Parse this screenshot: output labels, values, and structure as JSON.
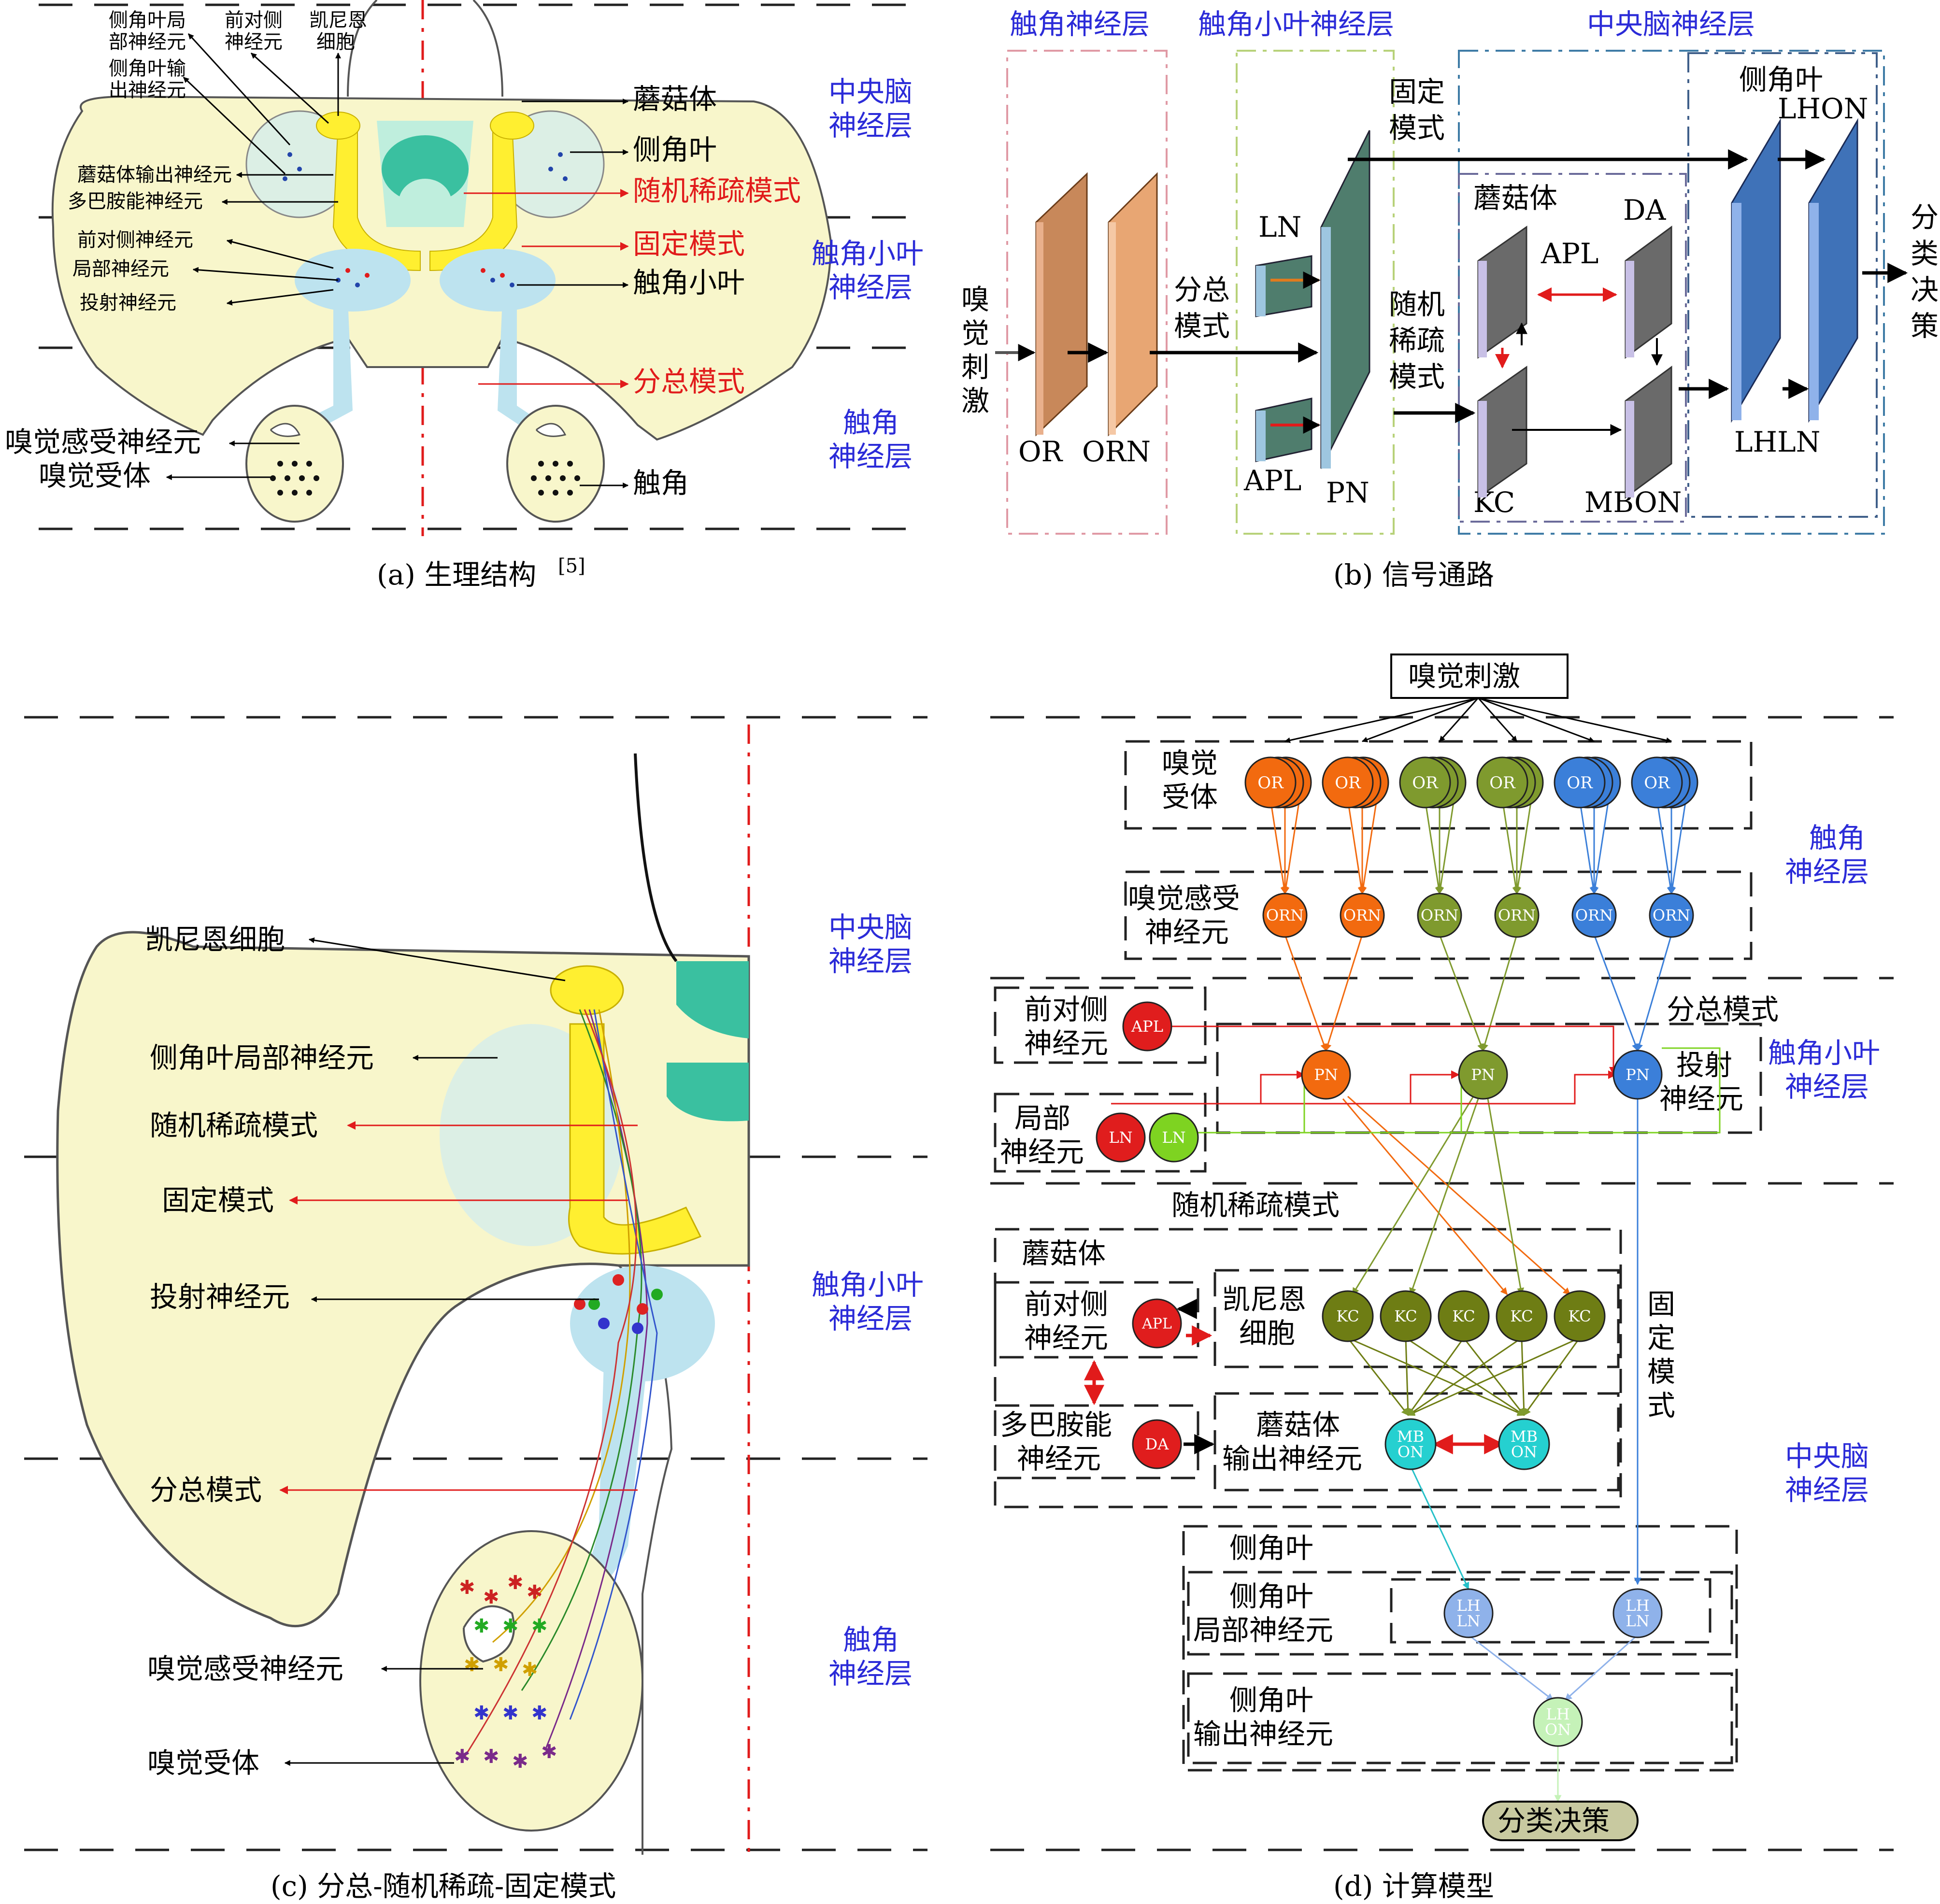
{
  "colors": {
    "blue_label": "#2b2bd8",
    "red_label": "#e11b1b",
    "orange_node": "#f26a0f",
    "olive_node": "#7f9a2e",
    "blue_node": "#3b7fd9",
    "red_node": "#e01d1d",
    "green_node": "#7ed321",
    "olive_dark_node": "#6e7d14",
    "cyan_node": "#25d0d0",
    "light_blue_node": "#8fb2ea",
    "light_green_node": "#c5f2b8",
    "brain_fill": "#f8f6cb",
    "mushroom_yellow": "#ffef30",
    "antennal_lobe_blue": "#bde3ef"
  },
  "panel_a": {
    "caption": "(a) 生理结构",
    "caption_ref": "[5]",
    "layer_labels": [
      [
        "中央脑",
        "神经层"
      ],
      [
        "触角小叶",
        "神经层"
      ],
      [
        "触角",
        "神经层"
      ]
    ],
    "left_labels": {
      "lhln_1": "侧角叶局",
      "lhln_2": "部神经元",
      "lhon_1": "侧角叶输",
      "lhon_2": "出神经元",
      "apl_1": "前对侧",
      "apl_2": "神经元",
      "kenyon_1": "凯尼恩",
      "kenyon_2": "细胞",
      "mbon": "蘑菇体输出神经元",
      "da": "多巴胺能神经元",
      "apl_lobe": "前对侧神经元",
      "ln": "局部神经元",
      "pn": "投射神经元",
      "orn": "嗅觉感受神经元",
      "or": "嗅觉受体"
    },
    "right_labels": {
      "mushroom_body": "蘑菇体",
      "lateral_horn": "侧角叶",
      "random_sparse": "随机稀疏模式",
      "fixed": "固定模式",
      "antennal_lobe": "触角小叶",
      "divergent": "分总模式",
      "antenna": "触角"
    }
  },
  "panel_b": {
    "caption": "(b) 信号通路",
    "headers": [
      "触角神经层",
      "触角小叶神经层",
      "中央脑神经层"
    ],
    "input": [
      "嗅",
      "觉",
      "刺",
      "激"
    ],
    "nodes": {
      "or": "OR",
      "orn": "ORN",
      "ln": "LN",
      "apl_lobe": "APL",
      "pn": "PN",
      "mushroom": "蘑菇体",
      "apl": "APL",
      "da": "DA",
      "kc": "KC",
      "mbon": "MBON",
      "lh": "侧角叶",
      "lhon": "LHON",
      "lhln": "LHLN"
    },
    "modes": {
      "divergent": [
        "分总",
        "模式"
      ],
      "fixed": [
        "固定",
        "模式"
      ],
      "random": [
        "随机",
        "稀疏",
        "模式"
      ]
    },
    "output": [
      "分",
      "类",
      "决",
      "策"
    ]
  },
  "panel_c": {
    "caption": "(c) 分总-随机稀疏-固定模式",
    "layer_labels": [
      [
        "中央脑",
        "神经层"
      ],
      [
        "触角小叶",
        "神经层"
      ],
      [
        "触角",
        "神经层"
      ]
    ],
    "labels": {
      "kenyon": "凯尼恩细胞",
      "lhln": "侧角叶局部神经元",
      "random": "随机稀疏模式",
      "fixed": "固定模式",
      "pn": "投射神经元",
      "divergent": "分总模式",
      "orn": "嗅觉感受神经元",
      "or": "嗅觉受体"
    }
  },
  "panel_d": {
    "caption": "(d) 计算模型",
    "input": "嗅觉刺激",
    "output": "分类决策",
    "layer_labels": [
      [
        "触角",
        "神经层"
      ],
      [
        "触角小叶",
        "神经层"
      ],
      [
        "中央脑",
        "神经层"
      ]
    ],
    "groups": {
      "or_1": "嗅觉",
      "or_2": "受体",
      "orn_1": "嗅觉感受",
      "orn_2": "神经元",
      "apl_1": "前对侧",
      "apl_2": "神经元",
      "ln_1": "局部",
      "ln_2": "神经元",
      "pn_1": "投射",
      "pn_2": "神经元",
      "divergent": "分总模式",
      "random": "随机稀疏模式",
      "mushroom": "蘑菇体",
      "apl_c_1": "前对侧",
      "apl_c_2": "神经元",
      "kenyon_1": "凯尼恩",
      "kenyon_2": "细胞",
      "da_1": "多巴胺能",
      "da_2": "神经元",
      "mbon_1": "蘑菇体",
      "mbon_2": "输出神经元",
      "fixed": [
        "固",
        "定",
        "模",
        "式"
      ],
      "lh": "侧角叶",
      "lhln_1": "侧角叶",
      "lhln_2": "局部神经元",
      "lhon_1": "侧角叶",
      "lhon_2": "输出神经元"
    },
    "node_labels": {
      "or": "OR",
      "orn": "ORN",
      "apl": "APL",
      "ln": "LN",
      "pn": "PN",
      "kc": "KC",
      "da": "DA",
      "mbon": [
        "MB",
        "ON"
      ],
      "lhln": [
        "LH",
        "LN"
      ],
      "lhon": [
        "LH",
        "ON"
      ]
    }
  }
}
